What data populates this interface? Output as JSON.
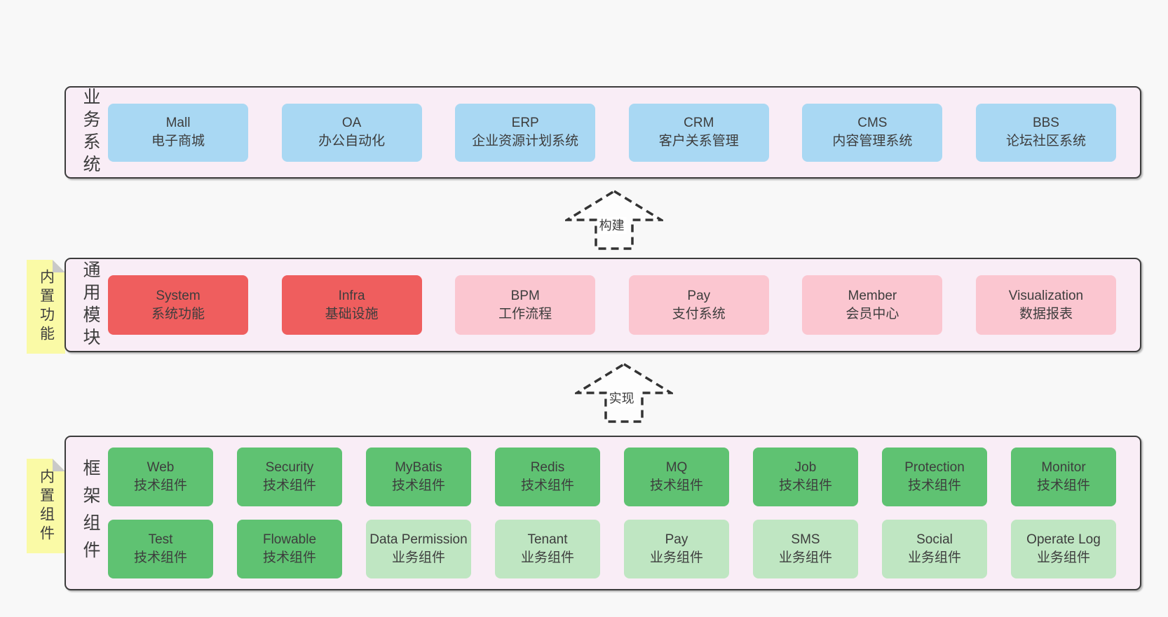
{
  "colors": {
    "page_bg": "#f8f8f8",
    "panel_bg": "#f9edf6",
    "panel_border": "#3c3c3c",
    "node_blue": "#a9d8f3",
    "node_red": "#ef5e5e",
    "node_pink": "#fbc6d0",
    "node_green": "#5fc272",
    "node_green_light": "#bfe6c2",
    "tag_yellow": "#fafaa6",
    "tag_fold": "#c9c9c9",
    "text": "#3d3d3d"
  },
  "arrows": [
    {
      "label": "构建"
    },
    {
      "label": "实现"
    }
  ],
  "sections": [
    {
      "label": "业务系统",
      "boxes": [
        {
          "title": "Mall",
          "subtitle": "电子商城",
          "variant": "blue"
        },
        {
          "title": "OA",
          "subtitle": "办公自动化",
          "variant": "blue"
        },
        {
          "title": "ERP",
          "subtitle": "企业资源计划系统",
          "variant": "blue"
        },
        {
          "title": "CRM",
          "subtitle": "客户关系管理",
          "variant": "blue"
        },
        {
          "title": "CMS",
          "subtitle": "内容管理系统",
          "variant": "blue"
        },
        {
          "title": "BBS",
          "subtitle": "论坛社区系统",
          "variant": "blue"
        }
      ]
    },
    {
      "label": "通用模块",
      "tag": "内置功能",
      "boxes": [
        {
          "title": "System",
          "subtitle": "系统功能",
          "variant": "red"
        },
        {
          "title": "Infra",
          "subtitle": "基础设施",
          "variant": "red"
        },
        {
          "title": "BPM",
          "subtitle": "工作流程",
          "variant": "pink"
        },
        {
          "title": "Pay",
          "subtitle": "支付系统",
          "variant": "pink"
        },
        {
          "title": "Member",
          "subtitle": "会员中心",
          "variant": "pink"
        },
        {
          "title": "Visualization",
          "subtitle": "数据报表",
          "variant": "pink"
        }
      ]
    },
    {
      "label": "框架组件",
      "tag": "内置组件",
      "rows": [
        [
          {
            "title": "Web",
            "subtitle": "技术组件",
            "variant": "green"
          },
          {
            "title": "Security",
            "subtitle": "技术组件",
            "variant": "green"
          },
          {
            "title": "MyBatis",
            "subtitle": "技术组件",
            "variant": "green"
          },
          {
            "title": "Redis",
            "subtitle": "技术组件",
            "variant": "green"
          },
          {
            "title": "MQ",
            "subtitle": "技术组件",
            "variant": "green"
          },
          {
            "title": "Job",
            "subtitle": "技术组件",
            "variant": "green"
          },
          {
            "title": "Protection",
            "subtitle": "技术组件",
            "variant": "green"
          },
          {
            "title": "Monitor",
            "subtitle": "技术组件",
            "variant": "green"
          }
        ],
        [
          {
            "title": "Test",
            "subtitle": "技术组件",
            "variant": "green"
          },
          {
            "title": "Flowable",
            "subtitle": "技术组件",
            "variant": "green"
          },
          {
            "title": "Data Permission",
            "subtitle": "业务组件",
            "variant": "green-light"
          },
          {
            "title": "Tenant",
            "subtitle": "业务组件",
            "variant": "green-light"
          },
          {
            "title": "Pay",
            "subtitle": "业务组件",
            "variant": "green-light"
          },
          {
            "title": "SMS",
            "subtitle": "业务组件",
            "variant": "green-light"
          },
          {
            "title": "Social",
            "subtitle": "业务组件",
            "variant": "green-light"
          },
          {
            "title": "Operate Log",
            "subtitle": "业务组件",
            "variant": "green-light"
          }
        ]
      ]
    }
  ]
}
